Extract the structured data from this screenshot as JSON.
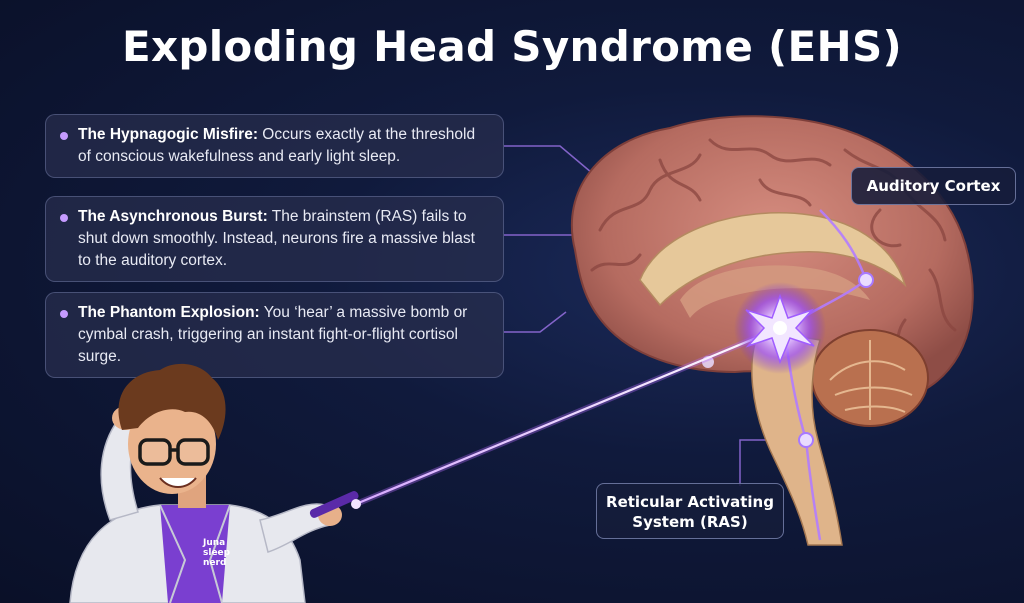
{
  "title": "Exploding Head Syndrome (EHS)",
  "cards": [
    {
      "heading": "The Hypnagogic Misfire:",
      "text": " Occurs exactly at the threshold of conscious wakefulness and early light sleep."
    },
    {
      "heading": "The Asynchronous Burst:",
      "text": " The brainstem (RAS) fails to shut down smoothly. Instead, neurons fire a massive blast to the auditory cortex."
    },
    {
      "heading": "The Phantom Explosion:",
      "text": " You ‘hear’ a massive bomb or cymbal crash, triggering an instant fight-or-flight cortisol surge."
    }
  ],
  "labels": {
    "auditory_cortex": "Auditory Cortex",
    "ras_line1": "Reticular Activating",
    "ras_line2": "System (RAS)"
  },
  "character": {
    "shirt_line1": "Juna",
    "shirt_line2": "sleep",
    "shirt_line3": "nerd"
  },
  "colors": {
    "accent": "#c59bff",
    "laser": "#b56bff",
    "brain": "#c27a6e",
    "background": "#101a3c"
  }
}
